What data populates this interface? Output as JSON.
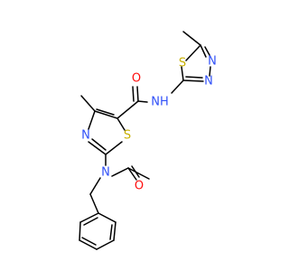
{
  "colors": {
    "bond": "#000000",
    "N": "#3050F8",
    "S": "#C8B000",
    "O": "#FF0D0D"
  },
  "atoms": {
    "o_amide": "O",
    "nh_amide": "NH",
    "s_thiadiazole": "S",
    "n_thiadiazole_1": "N",
    "n_thiadiazole_2": "N",
    "n_thiazole": "N",
    "s_thiazole": "S",
    "n_amine": "N",
    "o_acetyl": "O"
  }
}
